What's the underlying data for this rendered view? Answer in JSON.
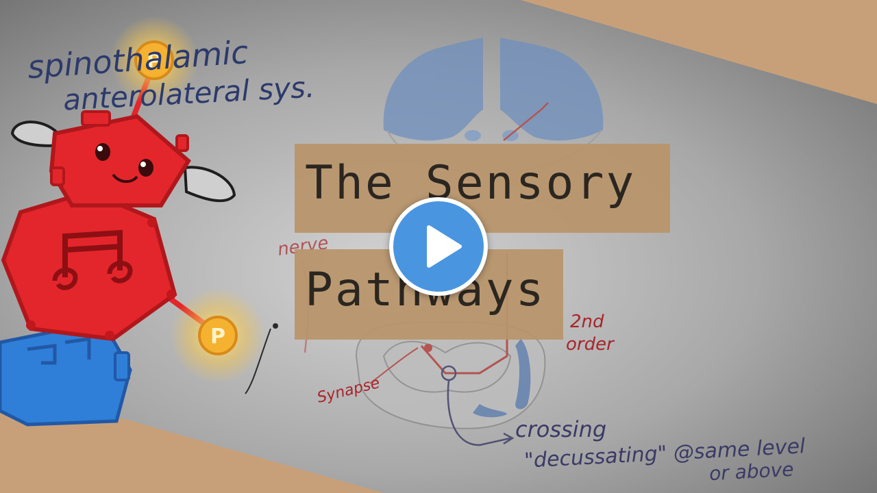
{
  "thumbnail": {
    "title_line1": "The Sensory",
    "title_line2": "Pathways",
    "play_button": "play-icon"
  },
  "notes": {
    "top_left_line1": "spinothalamic",
    "top_left_line2": "anterolateral sys.",
    "nerve": "nerve",
    "second_order_line1": "2nd",
    "second_order_line2": "order",
    "synapse": "Synapse",
    "crossing": "crossing",
    "decussating": "\"decussating\" @same level",
    "or_above": "or above"
  },
  "colors": {
    "background_gray": "#9a9a9a",
    "corner_tan": "#c7a07a",
    "title_box": "#b8946a",
    "title_text": "#2b2620",
    "play_blue": "#4a95df",
    "mascot_red": "#e3262b",
    "mascot_blue": "#2f7fd8",
    "coin_orange": "#f5b130",
    "brain_blue": "#6f8fbd"
  },
  "icons": [
    "play-icon",
    "robot-mascot",
    "coin-icon",
    "brain-diagram",
    "spinal-cord-diagram"
  ]
}
